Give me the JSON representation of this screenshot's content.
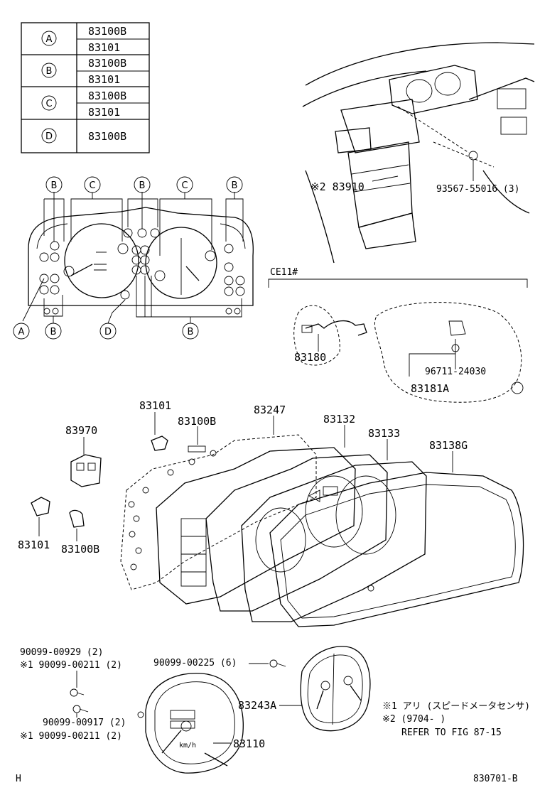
{
  "legend": {
    "rows": [
      {
        "key": "A",
        "parts": [
          "83100B",
          "83101"
        ]
      },
      {
        "key": "B",
        "parts": [
          "83100B",
          "83101"
        ]
      },
      {
        "key": "C",
        "parts": [
          "83100B",
          "83101"
        ]
      },
      {
        "key": "D",
        "parts": [
          "83100B"
        ]
      }
    ]
  },
  "cluster_callouts": {
    "top": [
      "B",
      "C",
      "B",
      "C",
      "B"
    ],
    "bottom": [
      "A",
      "B",
      "D",
      "B"
    ]
  },
  "dash_labels": {
    "l83910": "※2 83910",
    "l93567": "93567-55016 (3)"
  },
  "ce_section": {
    "heading": "CE11#",
    "l83180": "83180",
    "l96711": "96711-24030",
    "l83181a": "83181A"
  },
  "exploded": {
    "l83101_top": "83101",
    "l83100b_top": "83100B",
    "l83247": "83247",
    "l83132": "83132",
    "l83133": "83133",
    "l83138g": "83138G",
    "l83970": "83970",
    "l83101_bot": "83101",
    "l83100b_bot": "83100B"
  },
  "fasteners": {
    "f1": "90099-00929 (2)",
    "f2": "※1 90099-00211 (2)",
    "f3": "90099-00917 (2)",
    "f4": "※1 90099-00211 (2)",
    "f5": "90099-00225 (6)"
  },
  "gauges": {
    "l83243a": "83243A",
    "l83110": "83110",
    "kmh": "km/h"
  },
  "notes": {
    "n1": "※1 アリ (スピードメータセンサ)",
    "n2": "※2 (9704-      )",
    "n3": "REFER TO FIG 87-15"
  },
  "footer": {
    "left": "H",
    "right": "830701-B"
  }
}
